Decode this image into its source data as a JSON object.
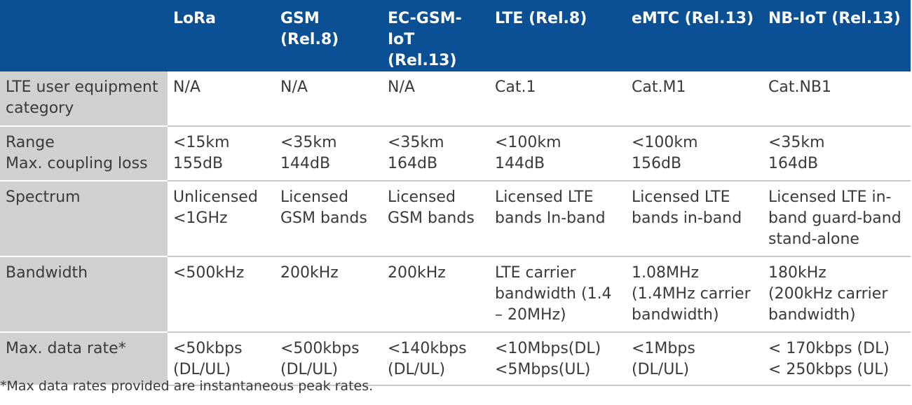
{
  "table": {
    "header": [
      "",
      "LoRa",
      "GSM (Rel.8)",
      "EC-GSM-\nIoT (Rel.13)",
      "LTE (Rel.8)",
      "eMTC (Rel.13)",
      "NB-IoT (Rel.13)"
    ],
    "rows": [
      {
        "label": "LTE user equipment\ncategory",
        "cells": [
          "N/A",
          "N/A",
          "N/A",
          "Cat.1",
          "Cat.M1",
          "Cat.NB1"
        ]
      },
      {
        "label": "Range\nMax. coupling loss",
        "cells": [
          "<15km\n155dB",
          "<35km\n144dB",
          "<35km\n164dB",
          "<100km\n144dB",
          "<100km\n156dB",
          "<35km\n164dB"
        ]
      },
      {
        "label": "Spectrum",
        "cells": [
          "Unlicensed\n<1GHz",
          "Licensed\nGSM bands",
          "Licensed\nGSM bands",
          "Licensed LTE\nbands In-band",
          "Licensed LTE\nbands in-band",
          "Licensed LTE in-\nband guard-band\nstand-alone"
        ]
      },
      {
        "label": "Bandwidth",
        "cells": [
          "<500kHz",
          "200kHz",
          "200kHz",
          "LTE carrier\nbandwidth (1.4\n– 20MHz)",
          "1.08MHz\n(1.4MHz carrier\nbandwidth)",
          "180kHz\n(200kHz carrier\nbandwidth)"
        ]
      },
      {
        "label": "Max. data rate*",
        "cells": [
          "<50kbps\n(DL/UL)",
          "<500kbps\n(DL/UL)",
          "<140kbps\n(DL/UL)",
          "<10Mbps(DL)\n<5Mbps(UL)",
          "<1Mbps\n(DL/UL)",
          "< 170kbps (DL)\n< 250kbps (UL)"
        ]
      }
    ]
  },
  "footnote": "*Max data rates provided are instantaneous peak rates.",
  "colors": {
    "header_bg": "#0b4f95",
    "rowhead_bg": "#cfd0d2"
  }
}
